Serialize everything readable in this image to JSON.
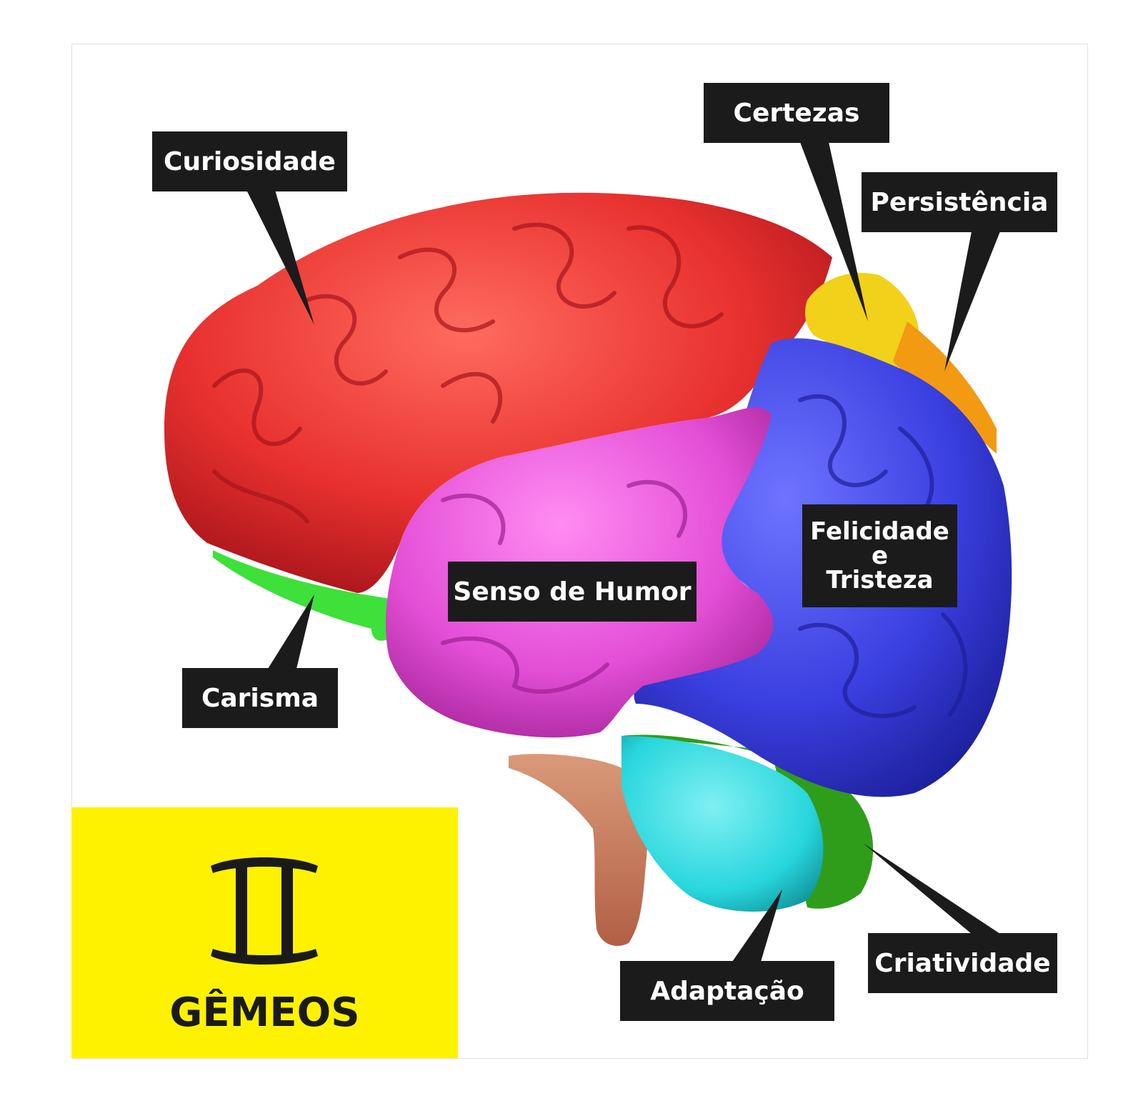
{
  "labels": {
    "curiosidade": "Curiosidade",
    "certezas": "Certezas",
    "persistencia": "Persistência",
    "felicidade_line1": "Felicidade",
    "felicidade_line2": "e",
    "felicidade_line3": "Tristeza",
    "senso_de_humor": "Senso de Humor",
    "carisma": "Carisma",
    "adaptacao": "Adaptação",
    "criatividade": "Criatividade"
  },
  "sign": {
    "name": "GÊMEOS",
    "icon": "gemini-zodiac-icon",
    "background": "#fff200"
  },
  "region_colors": {
    "frontal": "#e8312f",
    "parietal_top": "#f2d11a",
    "parietal_orange": "#f29a12",
    "occipital": "#3a3fe0",
    "temporal": "#e34ed6",
    "orbital": "#3ee03a",
    "cerebellum_cyan": "#27d6dc",
    "cerebellum_green": "#2f9d1a",
    "brainstem": "#c8765a"
  }
}
